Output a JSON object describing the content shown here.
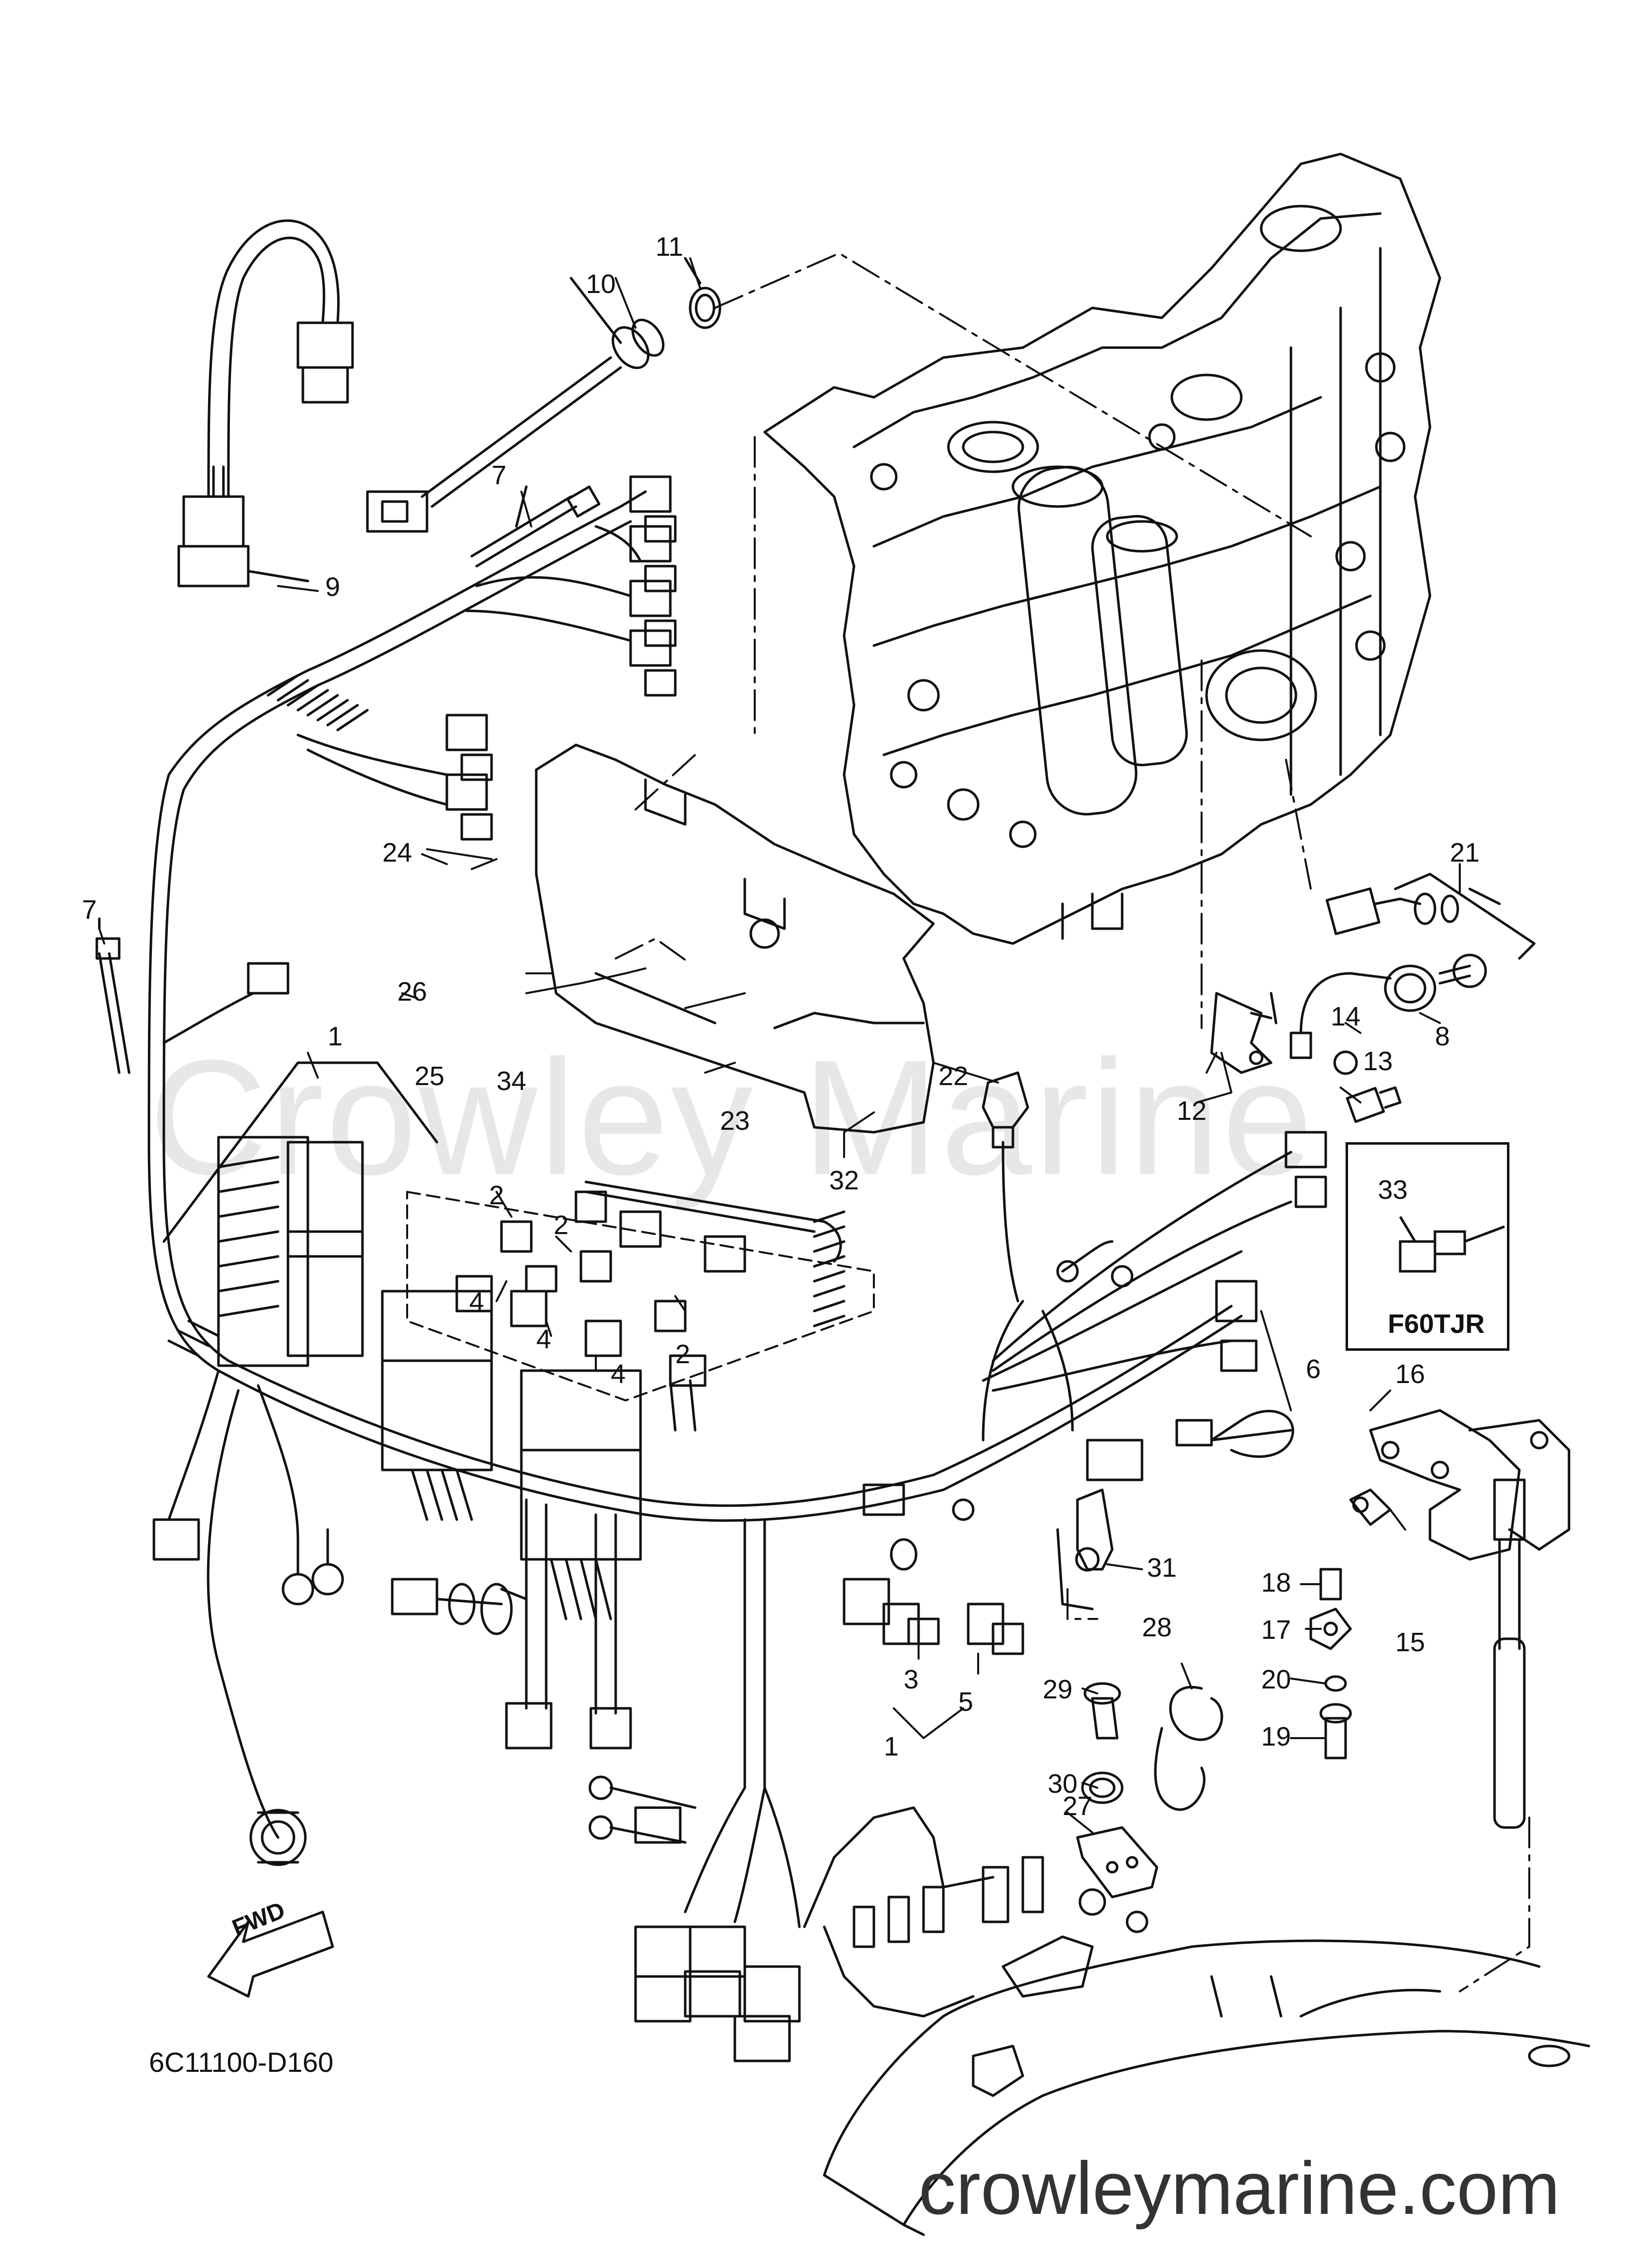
{
  "diagram": {
    "code": "6C11100-D160",
    "watermark": "Crowley Marine",
    "site_url": "crowleymarine.com",
    "variant_label": "F60TJR",
    "variant_part": "33",
    "forward_arrow_text": "FWD",
    "callouts": [
      "1",
      "1",
      "2",
      "2",
      "2",
      "3",
      "4",
      "4",
      "4",
      "5",
      "6",
      "7",
      "7",
      "8",
      "9",
      "10",
      "11",
      "12",
      "13",
      "14",
      "15",
      "16",
      "17",
      "18",
      "19",
      "20",
      "21",
      "22",
      "23",
      "24",
      "25",
      "26",
      "27",
      "28",
      "29",
      "30",
      "31",
      "32",
      "34"
    ]
  }
}
